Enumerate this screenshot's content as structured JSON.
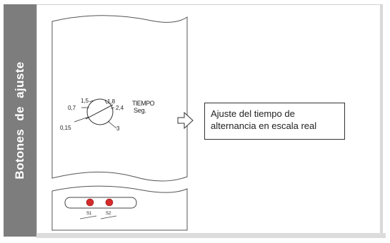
{
  "sidebar": {
    "title": "Botones de ajuste"
  },
  "dial": {
    "labels": [
      "0,15",
      "0,7",
      "1,5",
      "1,8",
      "2,4",
      "3"
    ],
    "title_line1": "TIEMPO",
    "title_line2": "Seg."
  },
  "callout": {
    "line1": "Ajuste del tiempo de",
    "line2": "alternancia en escala real"
  },
  "indicators": {
    "left_label": "S1",
    "right_label": "S2"
  },
  "colors": {
    "band": "#7d7d7d",
    "led": "#d42a2a"
  }
}
